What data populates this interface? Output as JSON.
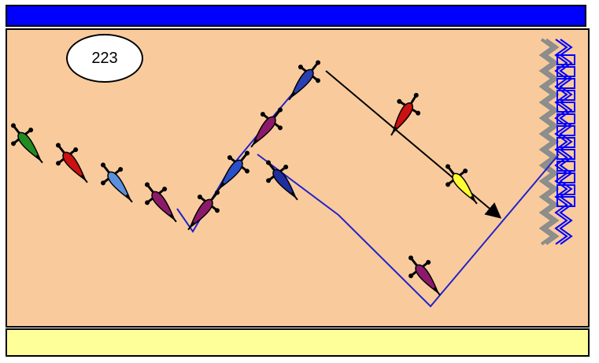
{
  "score": {
    "label": "223"
  },
  "colors": {
    "top_bar": "#0000FF",
    "field": "#F9CB9C",
    "bottom_bar": "#FFFF99",
    "path_blue": "#2222CC",
    "trajectory_black": "#000000",
    "wall_blue": "#0000FF",
    "wall_grey": "#8C8C8C"
  },
  "figures": [
    {
      "name": "figure-green",
      "color": "#228B22"
    },
    {
      "name": "figure-red-1",
      "color": "#CC1111"
    },
    {
      "name": "figure-blue-1",
      "color": "#5B8FE0"
    },
    {
      "name": "figure-purple-1",
      "color": "#8B1A6B"
    },
    {
      "name": "figure-purple-2",
      "color": "#8B1A6B"
    },
    {
      "name": "figure-blue-2",
      "color": "#2A4FC8"
    },
    {
      "name": "figure-purple-3",
      "color": "#8B1A6B"
    },
    {
      "name": "figure-blue-3",
      "color": "#2A3FB0"
    },
    {
      "name": "figure-blue-4",
      "color": "#1E2FA0"
    },
    {
      "name": "figure-red-2",
      "color": "#CC1111"
    },
    {
      "name": "figure-yellow",
      "color": "#FFFF33"
    },
    {
      "name": "figure-purple-4",
      "color": "#8B1A6B"
    }
  ]
}
